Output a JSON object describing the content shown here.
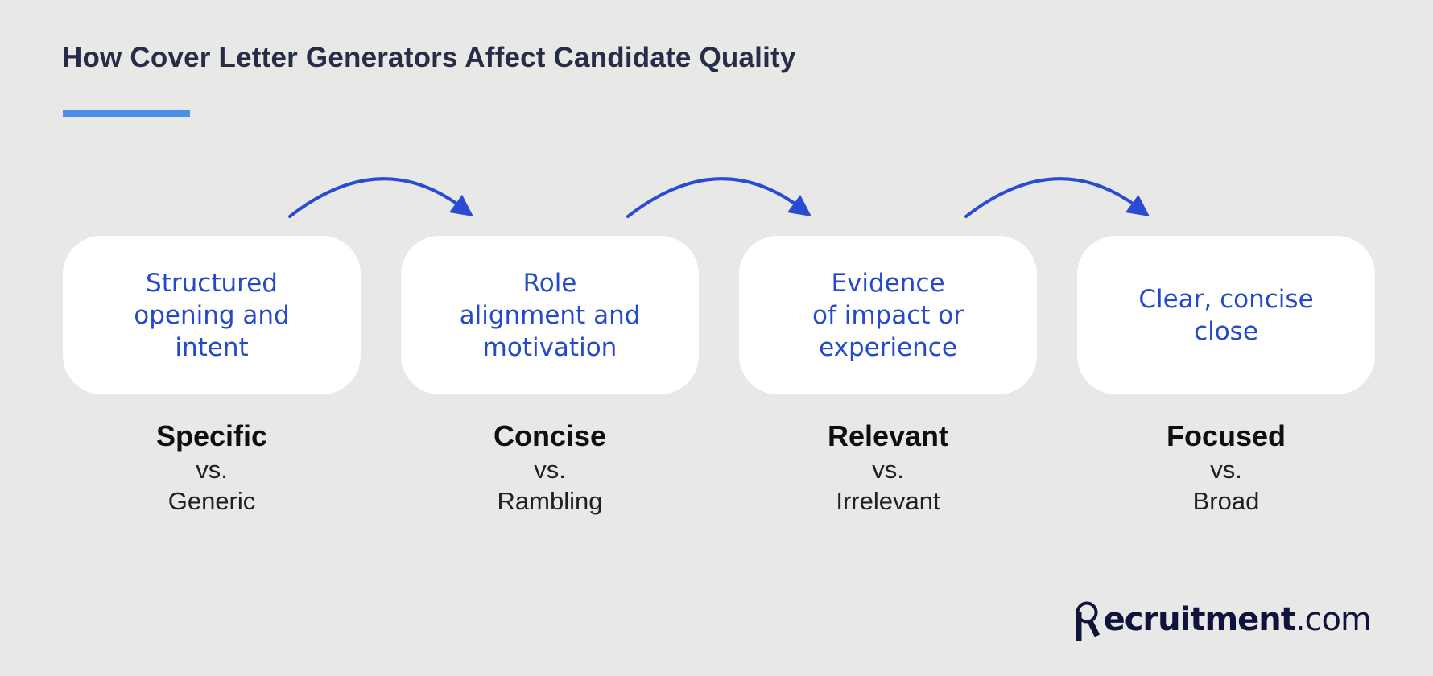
{
  "title": "How Cover Letter Generators Affect Candidate Quality",
  "labels": {
    "vs": "vs."
  },
  "steps": [
    {
      "card_text": "Structured opening and intent",
      "card_lines": [
        "Structured",
        "opening and",
        "intent"
      ],
      "positive": "Specific",
      "negative": "Generic"
    },
    {
      "card_text": "Role alignment and motivation",
      "card_lines": [
        "Role",
        "alignment and",
        "motivation"
      ],
      "positive": "Concise",
      "negative": "Rambling"
    },
    {
      "card_text": "Evidence of impact or experience",
      "card_lines": [
        "Evidence",
        "of impact or",
        "experience"
      ],
      "positive": "Relevant",
      "negative": "Irrelevant"
    },
    {
      "card_text": "Clear, concise close",
      "card_lines": [
        "Clear, concise",
        "close"
      ],
      "positive": "Focused",
      "negative": "Broad"
    }
  ],
  "logo": {
    "brand_bold": "ecruitment",
    "brand_suffix": ".com",
    "icon": "magnifier-r-icon"
  },
  "colors": {
    "background": "#e8e9e7",
    "card_background": "#ffffff",
    "card_text_blue": "#2549cb",
    "arrow_blue": "#2b4bd3",
    "underline_blue": "#4b8fe8",
    "title_navy": "#272c47",
    "comparison_text": "#1c1c1c",
    "logo_navy": "#10143c"
  }
}
